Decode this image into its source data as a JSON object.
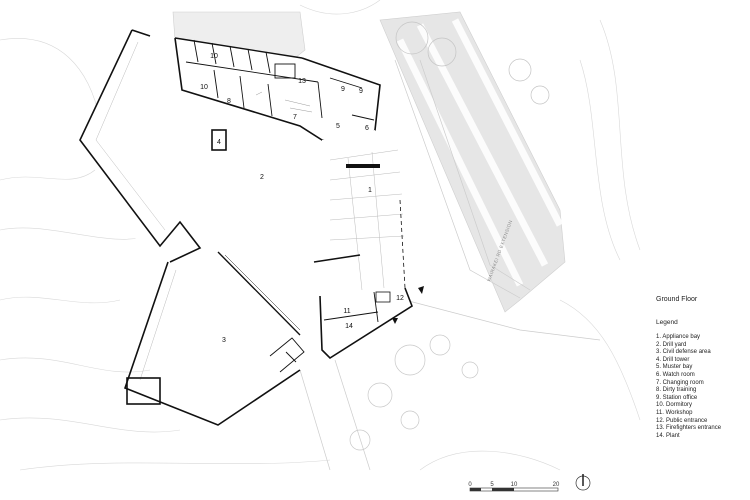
{
  "drawing": {
    "title": "Ground Floor",
    "legend_heading": "Legend",
    "legend_items": [
      "1. Appliance bay",
      "2. Drill yard",
      "3. Civil defense area",
      "4. Drill tower",
      "5. Muster bay",
      "6. Watch room",
      "7. Changing room",
      "8. Dirty training",
      "9. Station office",
      "10. Dormitory",
      "11. Workshop",
      "12. Public entrance",
      "13. Firefighters entrance",
      "14. Plant"
    ],
    "room_labels": {
      "appliance_bay": "1",
      "drill_yard": "2",
      "civil_defense": "3",
      "drill_tower": "4",
      "muster_bay": "5",
      "watch_room": "6",
      "changing_room": "7",
      "dirty_training": "8",
      "station_office_a": "9",
      "station_office_b": "9",
      "dormitory_a": "10",
      "dormitory_b": "10",
      "workshop": "11",
      "public_entrance": "12",
      "firefighters_entrance": "13",
      "plant": "14"
    },
    "street_name": "WAIRAKEI RD EXTENSION",
    "scale_bar": {
      "labels": [
        "0",
        "5",
        "10",
        "20"
      ]
    }
  }
}
